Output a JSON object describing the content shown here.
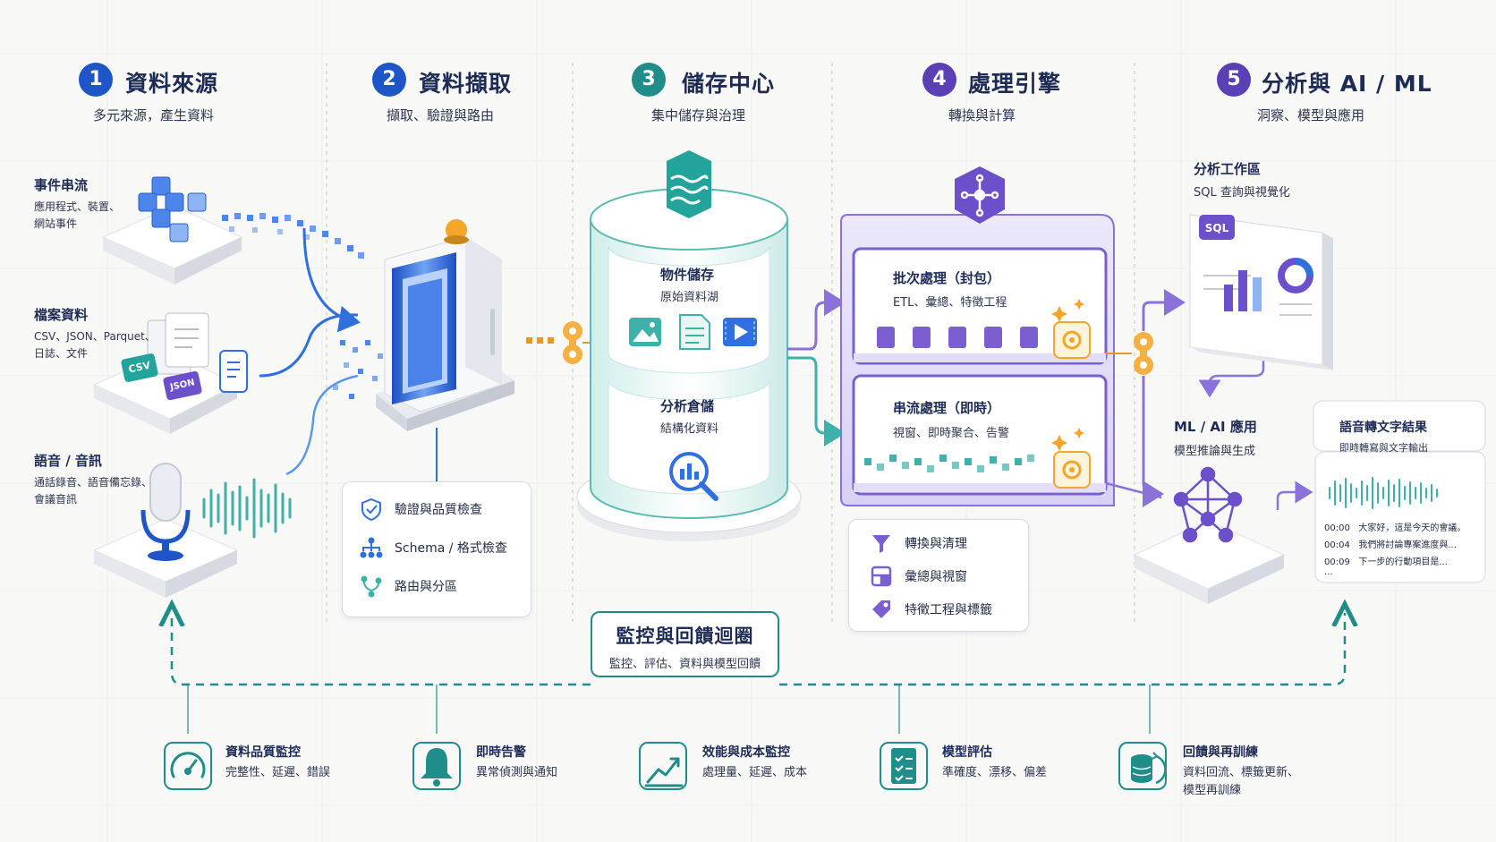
{
  "stages": [
    {
      "num": "1",
      "title": "資料來源",
      "subtitle": "多元來源，產生資料"
    },
    {
      "num": "2",
      "title": "資料擷取",
      "subtitle": "擷取、驗證與路由"
    },
    {
      "num": "3",
      "title": "儲存中心",
      "subtitle": "集中儲存與治理"
    },
    {
      "num": "4",
      "title": "處理引擎",
      "subtitle": "轉換與計算"
    },
    {
      "num": "5",
      "title": "分析與 AI / ML",
      "subtitle": "洞察、模型與應用"
    }
  ],
  "colors": {
    "stage1": "#1e56c8",
    "stage2": "#1e56c8",
    "stage3": "#1f8e8a",
    "stage4": "#5b3fb5",
    "stage5": "#5b3fb5",
    "teal": "#1f8e8a",
    "purple": "#7b5fd0",
    "blue": "#2f6fe0",
    "orange": "#f4a62a"
  },
  "sources": [
    {
      "title": "事件串流",
      "desc1": "應用程式、裝置、",
      "desc2": "網站事件",
      "icon": "cubes-icon"
    },
    {
      "title": "檔案資料",
      "desc1": "CSV、JSON、Parquet、",
      "desc2": "日誌、文件",
      "icon": "files-icon",
      "badge_csv": "CSV",
      "badge_json": "JSON"
    },
    {
      "title": "語音 / 音訊",
      "desc1": "通話錄音、語音備忘錄、",
      "desc2": "會議音訊",
      "icon": "microphone-icon"
    }
  ],
  "ingestion": {
    "checks": [
      {
        "label": "驗證與品質檢查",
        "icon": "shield-check-icon"
      },
      {
        "label": "Schema / 格式檢查",
        "icon": "hierarchy-icon"
      },
      {
        "label": "路由與分區",
        "icon": "branch-icon"
      }
    ]
  },
  "storage": {
    "object": {
      "title": "物件儲存",
      "subtitle": "原始資料湖"
    },
    "warehouse": {
      "title": "分析倉儲",
      "subtitle": "結構化資料"
    }
  },
  "processing": {
    "batch": {
      "title": "批次處理（封包）",
      "subtitle": "ETL、彙總、特徵工程"
    },
    "stream": {
      "title": "串流處理（即時）",
      "subtitle": "視窗、即時聚合、告警"
    },
    "ops": [
      {
        "label": "轉換與清理",
        "icon": "funnel-icon"
      },
      {
        "label": "彙總與視窗",
        "icon": "window-icon"
      },
      {
        "label": "特徵工程與標籤",
        "icon": "tag-icon"
      }
    ]
  },
  "analytics": {
    "workspace": {
      "title": "分析工作區",
      "subtitle": "SQL 查詢與視覺化",
      "badge": "SQL"
    },
    "ml": {
      "title": "ML / AI 應用",
      "subtitle": "模型推論與生成"
    },
    "speech": {
      "title": "語音轉文字結果",
      "subtitle": "即時轉寫與文字輸出",
      "lines": [
        {
          "time": "00:00",
          "text": "大家好，這是今天的會議。"
        },
        {
          "time": "00:04",
          "text": "我們將討論專案進度與..."
        },
        {
          "time": "00:09",
          "text": "下一步的行動項目是..."
        }
      ],
      "ellipsis": "..."
    }
  },
  "monitoring": {
    "title": "監控與回饋迴圈",
    "subtitle": "監控、評估、資料與模型回饋",
    "items": [
      {
        "title": "資料品質監控",
        "desc1": "完整性、延遲、錯誤",
        "desc2": "",
        "icon": "gauge-icon"
      },
      {
        "title": "即時告警",
        "desc1": "異常偵測與通知",
        "desc2": "",
        "icon": "bell-icon"
      },
      {
        "title": "效能與成本監控",
        "desc1": "處理量、延遲、成本",
        "desc2": "",
        "icon": "trend-icon"
      },
      {
        "title": "模型評估",
        "desc1": "準確度、漂移、偏差",
        "desc2": "",
        "icon": "checklist-icon"
      },
      {
        "title": "回饋與再訓練",
        "desc1": "資料回流、標籤更新、",
        "desc2": "模型再訓練",
        "icon": "database-refresh-icon"
      }
    ]
  }
}
